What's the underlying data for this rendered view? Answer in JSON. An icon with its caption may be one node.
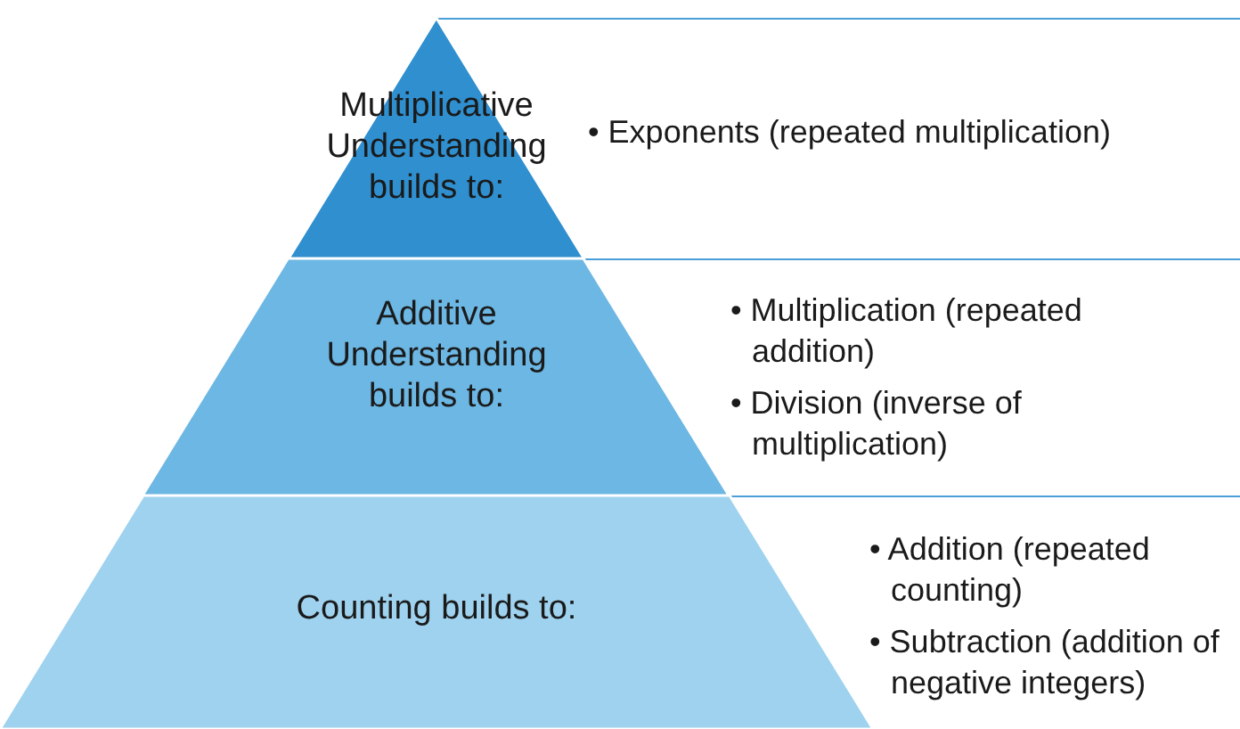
{
  "diagram": {
    "nodes": [
      {
        "text": [
          "Multiplicative Understanding builds to:"
        ]
      },
      {
        "text": [
          "• Exponents (repeated multiplication)"
        ]
      },
      {
        "text": [
          "Additive Understanding builds to:"
        ]
      },
      {
        "text": [
          "• Multiplication (repeated addition)",
          "• Division (inverse of multiplication)"
        ]
      },
      {
        "text": [
          "Counting builds to:"
        ]
      },
      {
        "text": [
          "• Addition (repeated counting)",
          "• Subtraction (addition of negative integers)"
        ]
      }
    ]
  }
}
